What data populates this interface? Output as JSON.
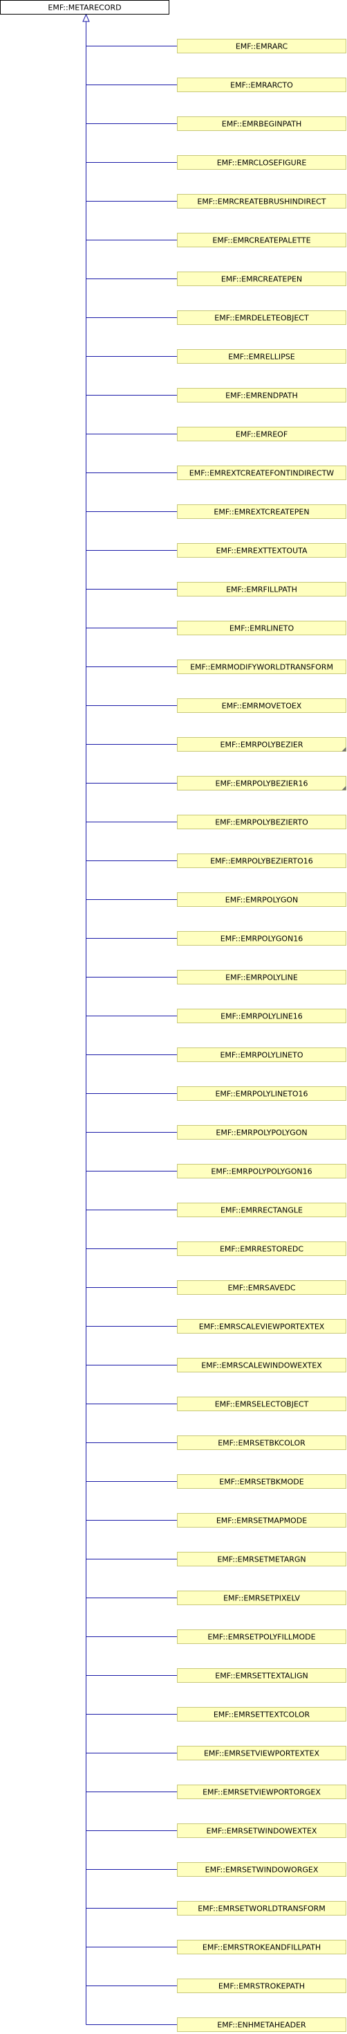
{
  "diagram": {
    "root": {
      "label": "EMF::METARECORD"
    },
    "children": [
      {
        "label": "EMF::EMRARC",
        "has_more": false
      },
      {
        "label": "EMF::EMRARCTO",
        "has_more": false
      },
      {
        "label": "EMF::EMRBEGINPATH",
        "has_more": false
      },
      {
        "label": "EMF::EMRCLOSEFIGURE",
        "has_more": false
      },
      {
        "label": "EMF::EMRCREATEBRUSHINDIRECT",
        "has_more": false
      },
      {
        "label": "EMF::EMRCREATEPALETTE",
        "has_more": false
      },
      {
        "label": "EMF::EMRCREATEPEN",
        "has_more": false
      },
      {
        "label": "EMF::EMRDELETEOBJECT",
        "has_more": false
      },
      {
        "label": "EMF::EMRELLIPSE",
        "has_more": false
      },
      {
        "label": "EMF::EMRENDPATH",
        "has_more": false
      },
      {
        "label": "EMF::EMREOF",
        "has_more": false
      },
      {
        "label": "EMF::EMREXTCREATEFONTINDIRECTW",
        "has_more": false
      },
      {
        "label": "EMF::EMREXTCREATEPEN",
        "has_more": false
      },
      {
        "label": "EMF::EMREXTTEXTOUTA",
        "has_more": false
      },
      {
        "label": "EMF::EMRFILLPATH",
        "has_more": false
      },
      {
        "label": "EMF::EMRLINETO",
        "has_more": false
      },
      {
        "label": "EMF::EMRMODIFYWORLDTRANSFORM",
        "has_more": false
      },
      {
        "label": "EMF::EMRMOVETOEX",
        "has_more": false
      },
      {
        "label": "EMF::EMRPOLYBEZIER",
        "has_more": true
      },
      {
        "label": "EMF::EMRPOLYBEZIER16",
        "has_more": true
      },
      {
        "label": "EMF::EMRPOLYBEZIERTO",
        "has_more": false
      },
      {
        "label": "EMF::EMRPOLYBEZIERTO16",
        "has_more": false
      },
      {
        "label": "EMF::EMRPOLYGON",
        "has_more": false
      },
      {
        "label": "EMF::EMRPOLYGON16",
        "has_more": false
      },
      {
        "label": "EMF::EMRPOLYLINE",
        "has_more": false
      },
      {
        "label": "EMF::EMRPOLYLINE16",
        "has_more": false
      },
      {
        "label": "EMF::EMRPOLYLINETO",
        "has_more": false
      },
      {
        "label": "EMF::EMRPOLYLINETO16",
        "has_more": false
      },
      {
        "label": "EMF::EMRPOLYPOLYGON",
        "has_more": false
      },
      {
        "label": "EMF::EMRPOLYPOLYGON16",
        "has_more": false
      },
      {
        "label": "EMF::EMRRECTANGLE",
        "has_more": false
      },
      {
        "label": "EMF::EMRRESTOREDC",
        "has_more": false
      },
      {
        "label": "EMF::EMRSAVEDC",
        "has_more": false
      },
      {
        "label": "EMF::EMRSCALEVIEWPORTEXTEX",
        "has_more": false
      },
      {
        "label": "EMF::EMRSCALEWINDOWEXTEX",
        "has_more": false
      },
      {
        "label": "EMF::EMRSELECTOBJECT",
        "has_more": false
      },
      {
        "label": "EMF::EMRSETBKCOLOR",
        "has_more": false
      },
      {
        "label": "EMF::EMRSETBKMODE",
        "has_more": false
      },
      {
        "label": "EMF::EMRSETMAPMODE",
        "has_more": false
      },
      {
        "label": "EMF::EMRSETMETARGN",
        "has_more": false
      },
      {
        "label": "EMF::EMRSETPIXELV",
        "has_more": false
      },
      {
        "label": "EMF::EMRSETPOLYFILLMODE",
        "has_more": false
      },
      {
        "label": "EMF::EMRSETTEXTALIGN",
        "has_more": false
      },
      {
        "label": "EMF::EMRSETTEXTCOLOR",
        "has_more": false
      },
      {
        "label": "EMF::EMRSETVIEWPORTEXTEX",
        "has_more": false
      },
      {
        "label": "EMF::EMRSETVIEWPORTORGEX",
        "has_more": false
      },
      {
        "label": "EMF::EMRSETWINDOWEXTEX",
        "has_more": false
      },
      {
        "label": "EMF::EMRSETWINDOWORGEX",
        "has_more": false
      },
      {
        "label": "EMF::EMRSETWORLDTRANSFORM",
        "has_more": false
      },
      {
        "label": "EMF::EMRSTROKEANDFILLPATH",
        "has_more": false
      },
      {
        "label": "EMF::EMRSTROKEPATH",
        "has_more": false
      },
      {
        "label": "EMF::ENHMETAHEADER",
        "has_more": false
      }
    ],
    "colors": {
      "edge": "#1a1aa8",
      "root_fill": "#ffffff",
      "root_border": "#000000",
      "child_fill": "#ffffc0",
      "child_border": "#c8c878",
      "text": "#000000"
    }
  }
}
